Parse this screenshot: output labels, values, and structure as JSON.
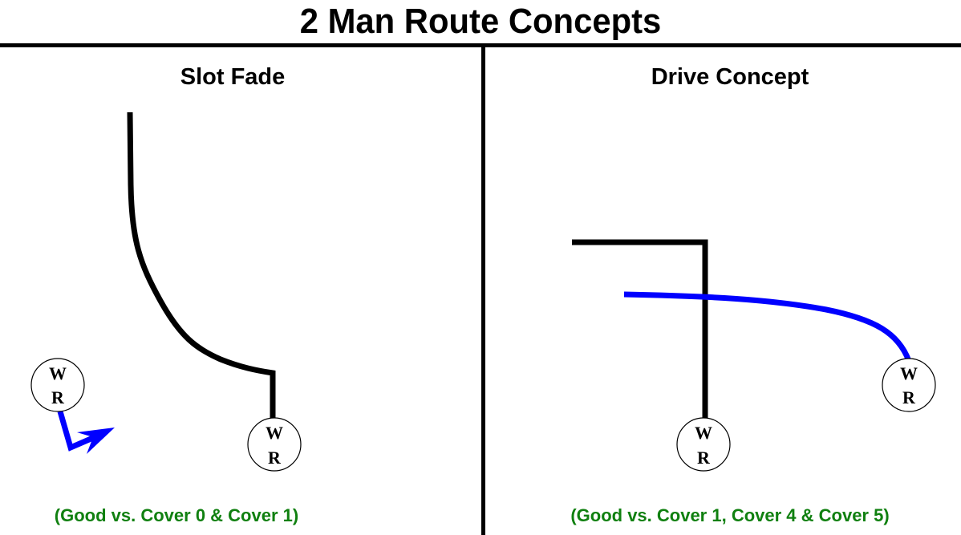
{
  "title": "2 Man Route Concepts",
  "colors": {
    "route_primary": "#000000",
    "route_secondary": "#0000ff",
    "caption": "#108010"
  },
  "panels": [
    {
      "title": "Slot Fade",
      "caption": "(Good vs. Cover 0 & Cover 1)",
      "players": [
        {
          "top": "W",
          "bottom": "R",
          "route": "quick out-and-up (blue arrow)"
        },
        {
          "top": "W",
          "bottom": "R",
          "route": "stem then fade (black)"
        }
      ]
    },
    {
      "title": "Drive Concept",
      "caption": "(Good vs. Cover 1, Cover 4 & Cover 5)",
      "players": [
        {
          "top": "W",
          "bottom": "R",
          "route": "vertical stem then in-cut (black)"
        },
        {
          "top": "W",
          "bottom": "R",
          "route": "shallow drag across (blue)"
        }
      ]
    }
  ]
}
